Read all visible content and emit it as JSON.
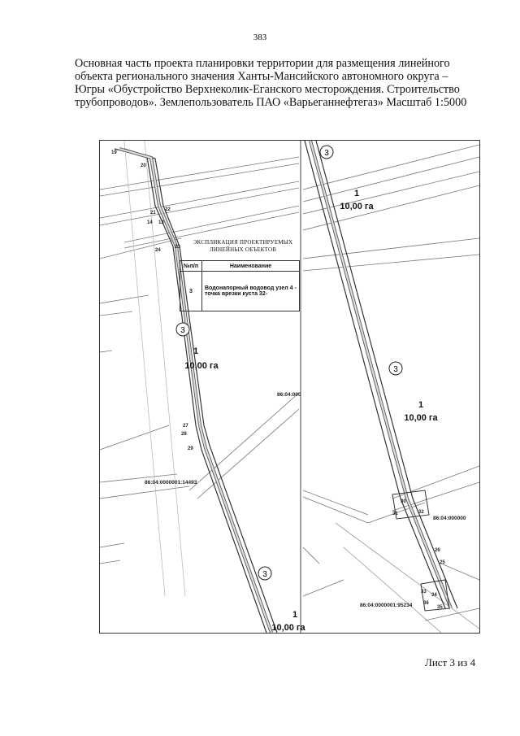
{
  "page_number": "383",
  "title_lines": [
    "Основная часть проекта планировки территории для размещения линейного",
    "объекта регионального значения Ханты-Мансийского автономного округа –",
    "Югры «Обустройство Верхнеколик-Еганского месторождения. Строительство",
    "трубопроводов». Землепользователь ПАО «Варьеганнефтегаз» Масштаб 1:5000"
  ],
  "sheet_label": "Лист 3 из 4",
  "legend": {
    "title_line1": "ЭКСПЛИКАЦИЯ ПРОЕКТИРУЕМЫХ",
    "title_line2": "ЛИНЕЙНЫХ ОБЪЕКТОВ",
    "col_num": "№п/п",
    "col_name": "Наименование",
    "rows": [
      {
        "num": "3",
        "name": "Водонапорный водовод узел 4 - точка врезки куста 32-"
      }
    ]
  },
  "map_labels": {
    "object_id": "3",
    "plot_id": "1",
    "plot_area": "10,00 га",
    "cadastre_1": "86:04:0000001:14493",
    "cadastre_2": "86:04:000",
    "cadastre_3": "86:04:000000",
    "cadastre_4": "86:04:0000001:95234",
    "points": [
      "19",
      "20",
      "21",
      "22",
      "13",
      "14",
      "23",
      "24",
      "25",
      "26",
      "27",
      "28",
      "29",
      "30",
      "31",
      "32",
      "33",
      "34",
      "35",
      "36"
    ]
  }
}
